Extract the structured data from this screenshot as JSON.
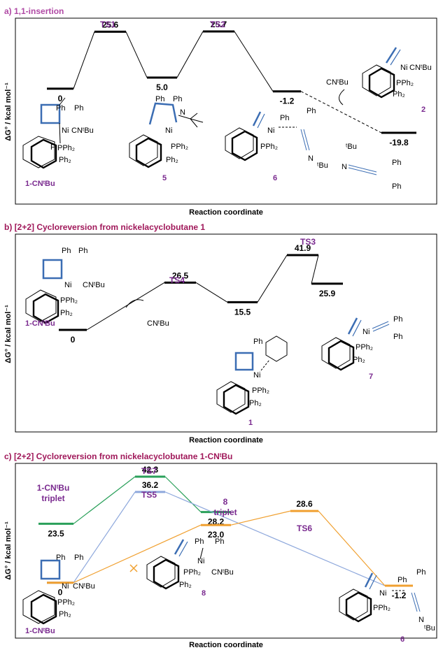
{
  "colors": {
    "panel_a_title": "#b04aa5",
    "panel_title": "#a0185a",
    "ts_label": "#7a2a8f",
    "compound": "#7a2a8f",
    "bond_blue": "#3b6db3",
    "green": "#2aa05a",
    "blue_line": "#8ea8dc",
    "orange": "#f0a030",
    "black": "#000000"
  },
  "chart_data": [
    {
      "type": "energy_diagram",
      "title": "a) 1,1-insertion",
      "ylabel": "ΔG° / kcal mol⁻¹",
      "xlabel": "Reaction coordinate",
      "ylim": [
        -25,
        30
      ],
      "series": [
        {
          "color": "black",
          "style": "solid",
          "levels": [
            {
              "value": 0,
              "label": "0",
              "name": "1-CNᵗBu"
            },
            {
              "value": 25.6,
              "label": "25.6",
              "name": "TS1"
            },
            {
              "value": 5.0,
              "label": "5.0",
              "name": "5"
            },
            {
              "value": 25.7,
              "label": "25.7",
              "name": "TS2"
            },
            {
              "value": -1.2,
              "label": "-1.2",
              "name": "6"
            }
          ]
        },
        {
          "color": "black",
          "style": "dashed",
          "levels": [
            {
              "value": -1.2,
              "label": "",
              "name": ""
            },
            {
              "value": -19.8,
              "label": "-19.8",
              "name": "2"
            }
          ]
        }
      ],
      "annotations": [
        "CNᵗBu"
      ],
      "product_labels": [
        "2"
      ]
    },
    {
      "type": "energy_diagram",
      "title": "b) [2+2] Cycloreversion from nickelacyclobutane 1",
      "ylabel": "ΔG° / kcal mol⁻¹",
      "xlabel": "Reaction coordinate",
      "ylim": [
        -5,
        45
      ],
      "series": [
        {
          "color": "black",
          "style": "solid",
          "levels": [
            {
              "value": 0,
              "label": "0",
              "name": "1-CNᵗBu"
            },
            {
              "value": 26.5,
              "label": "26.5",
              "name": "TS4"
            },
            {
              "value": 15.5,
              "label": "15.5",
              "name": "1"
            },
            {
              "value": 41.9,
              "label": "41.9",
              "name": "TS3"
            },
            {
              "value": 25.9,
              "label": "25.9",
              "name": "7"
            }
          ]
        }
      ],
      "annotations": [
        "CNᵗBu"
      ]
    },
    {
      "type": "energy_diagram",
      "title": "c) [2+2] Cycloreversion from nickelacyclobutane 1-CNᵗBu",
      "ylabel": "ΔG° / kcal mol⁻¹",
      "xlabel": "Reaction coordinate",
      "ylim": [
        -5,
        45
      ],
      "series": [
        {
          "color": "green",
          "levels": [
            {
              "value": 23.5,
              "label": "23.5",
              "name": "1-CNᵗBu triplet"
            },
            {
              "value": 42.3,
              "label": "42.3",
              "name": "TS7"
            },
            {
              "value": 28.2,
              "label": "28.2",
              "name": "8 triplet"
            }
          ]
        },
        {
          "color": "blue",
          "levels": [
            {
              "value": 0,
              "label": "0",
              "name": "1-CNᵗBu"
            },
            {
              "value": 36.2,
              "label": "36.2",
              "name": "TS5"
            },
            {
              "value": -1.2,
              "label": "-1.2",
              "name": "6"
            }
          ]
        },
        {
          "color": "orange",
          "levels": [
            {
              "value": 0,
              "label": "",
              "name": ""
            },
            {
              "value": 23.0,
              "label": "23.0",
              "name": "8"
            },
            {
              "value": 28.6,
              "label": "28.6",
              "name": "TS6"
            },
            {
              "value": -1.2,
              "label": "",
              "name": "6"
            }
          ]
        }
      ]
    }
  ],
  "text": {
    "a_labels": {
      "ts1": "TS1",
      "ts2": "TS2",
      "c1": "1-CNᵗBu",
      "c5": "5",
      "c6": "6",
      "c2": "2",
      "ph": "Ph",
      "ni": "Ni",
      "cntbu": "CNᵗBu",
      "pph2": "PPh₂",
      "p": "P",
      "ph2": "Ph₂",
      "n": "N",
      "tbu": "ᵗBu"
    },
    "b_labels": {
      "ts3": "TS3",
      "ts4": "TS4",
      "c1cn": "1-CNᵗBu",
      "c1": "1",
      "c7": "7"
    },
    "c_labels": {
      "ts5": "TS5",
      "ts6": "TS6",
      "ts7": "TS7",
      "c1trip1": "1-CNᵗBu",
      "c1trip2": "triplet",
      "c8trip1": "8",
      "c8trip2": "triplet",
      "c8": "8",
      "c1cn": "1-CNᵗBu",
      "c6": "6"
    }
  }
}
